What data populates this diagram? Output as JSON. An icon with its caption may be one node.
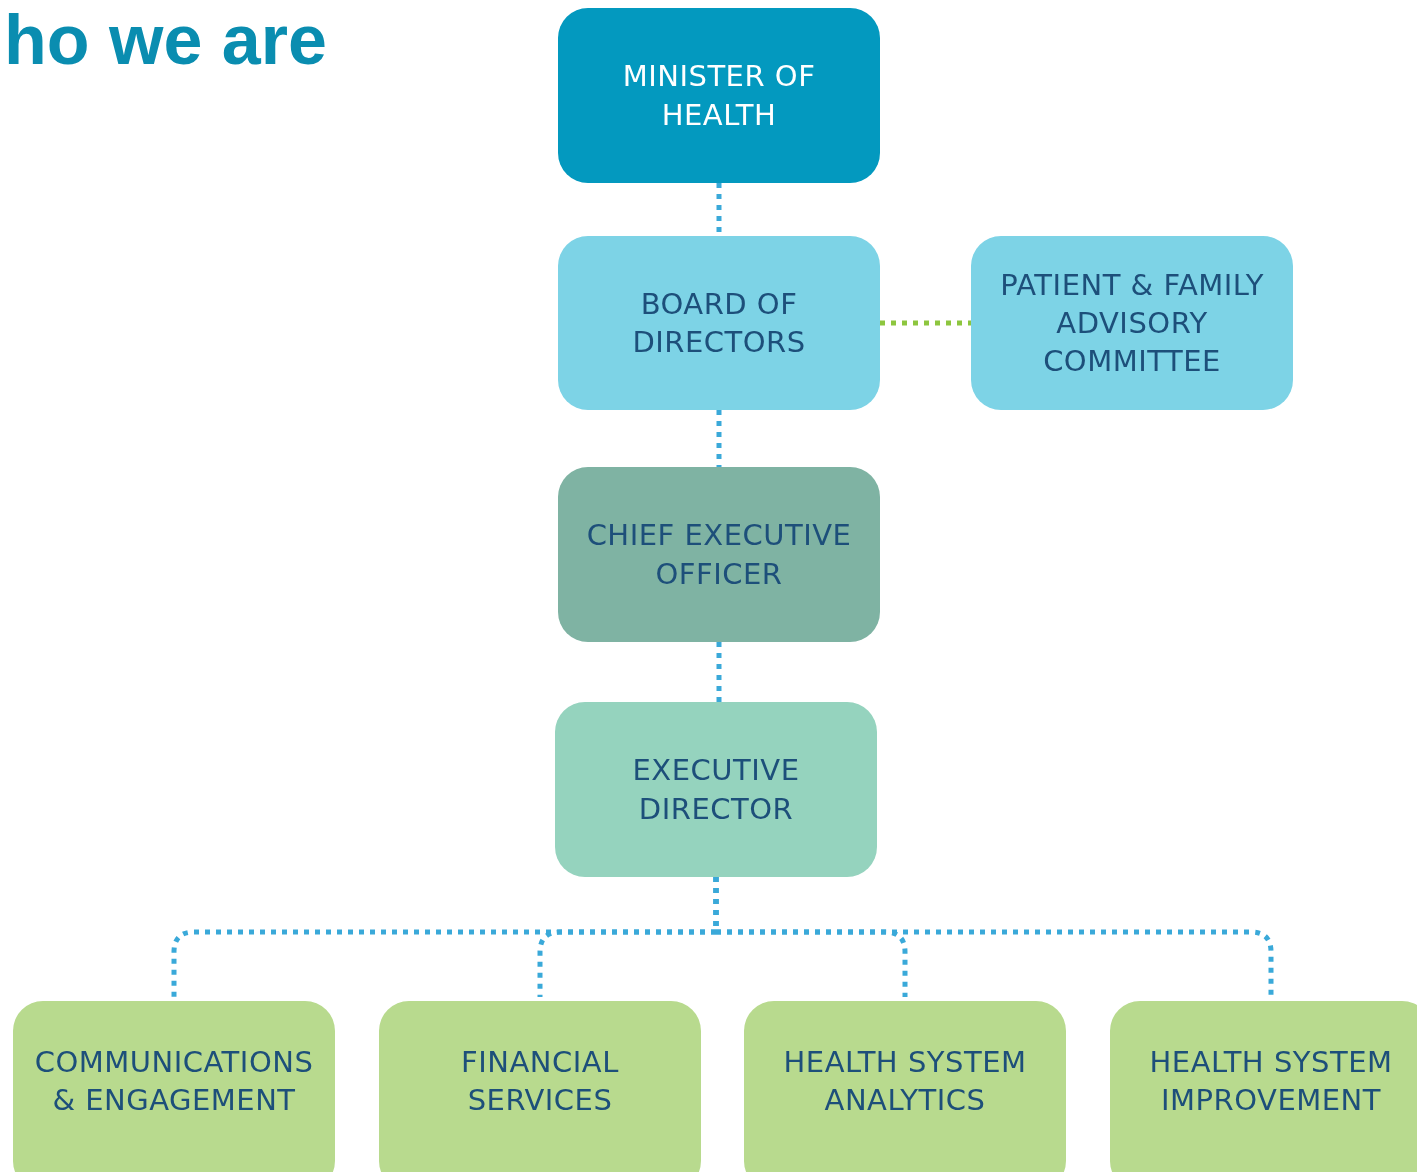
{
  "diagram": {
    "title": "ho we are",
    "nodes": [
      {
        "text": [
          "MINISTER OF HEALTH"
        ]
      },
      {
        "text": [
          "BOARD OF DIRECTORS"
        ]
      },
      {
        "text": [
          "PATIENT & FAMILY ADVISORY COMMITTEE"
        ]
      },
      {
        "text": [
          "CHIEF EXECUTIVE OFFICER"
        ]
      },
      {
        "text": [
          "EXECUTIVE DIRECTOR"
        ]
      },
      {
        "text": [
          "COMMUNICATIONS & ENGAGEMENT"
        ]
      },
      {
        "text": [
          "FINANCIAL SERVICES"
        ]
      },
      {
        "text": [
          "HEALTH SYSTEM ANALYTICS"
        ]
      },
      {
        "text": [
          "HEALTH SYSTEM IMPROVEMENT"
        ]
      }
    ],
    "edges": [
      {
        "from": 0,
        "to": 1,
        "arrow": "none",
        "style": "dashed"
      },
      {
        "from": 1,
        "to": 2,
        "arrow": "none",
        "style": "dashed",
        "color": "#8dc63f"
      },
      {
        "from": 1,
        "to": 3,
        "arrow": "none",
        "style": "dashed"
      },
      {
        "from": 3,
        "to": 4,
        "arrow": "none",
        "style": "dashed"
      },
      {
        "from": 4,
        "to": 5,
        "arrow": "none",
        "style": "dashed"
      },
      {
        "from": 4,
        "to": 6,
        "arrow": "none",
        "style": "dashed"
      },
      {
        "from": 4,
        "to": 7,
        "arrow": "none",
        "style": "dashed"
      },
      {
        "from": 4,
        "to": 8,
        "arrow": "none",
        "style": "dashed"
      }
    ]
  }
}
